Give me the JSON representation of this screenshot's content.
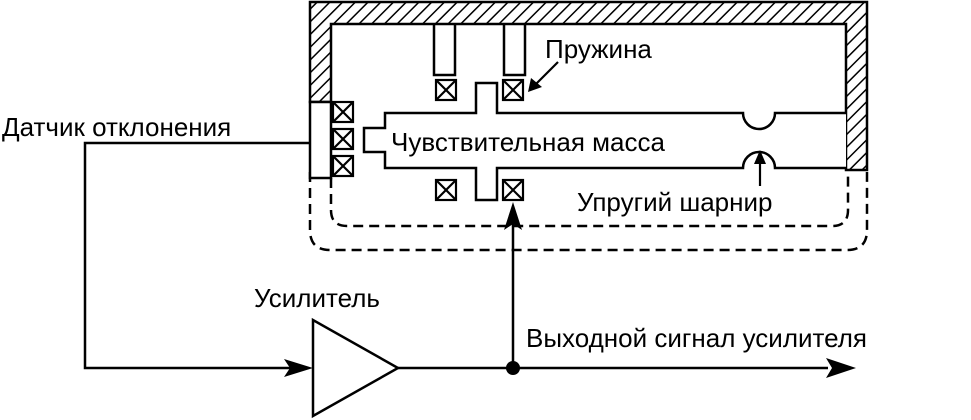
{
  "labels": {
    "spring": "Пружина",
    "deflection_sensor": "Датчик отклонения",
    "sensitive_mass": "Чувствительная масса",
    "elastic_hinge": "Упругий шарнир",
    "amplifier": "Усилитель",
    "output_signal": "Выходной сигнал усилителя"
  }
}
